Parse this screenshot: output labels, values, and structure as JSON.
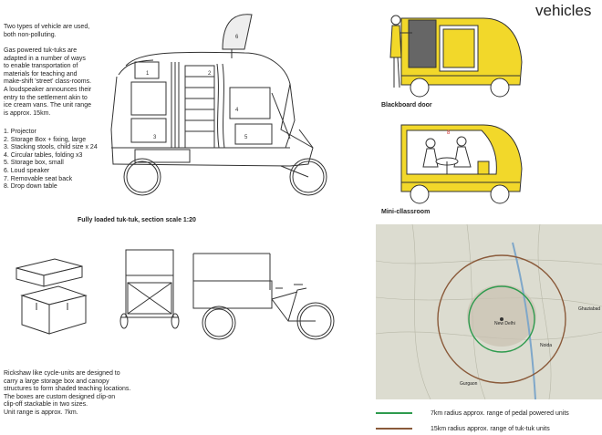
{
  "page": {
    "title": "vehicles"
  },
  "intro": {
    "para1": "Two types of vehicle are used,\nboth non-polluting.",
    "para2": "Gas powered tuk-tuks are\nadapted in a number of ways\nto enable transportation of\nmaterials for teaching and\nmake-shift 'street' class-rooms.\nA loudspeaker announces their\nentry to the settlement akin to\nice cream vans. The unit range\nis approx. 15km."
  },
  "contents_list": [
    "1. Projector",
    "2. Storage Box + fixing, large",
    "3. Stacking stools, child size x 24",
    "4. Circular tables, folding x3",
    "5. Storage box, small",
    "6. Loud speaker",
    "7. Removable seat back",
    "8. Drop down table"
  ],
  "captions": {
    "tuktuk_section": "Fully loaded tuk-tuk, section scale 1:20",
    "blackboard": "Blackboard door",
    "miniclass": "Mini-cllassroom"
  },
  "cycle_text": "Rickshaw like cycle-units are designed to\ncarry a large storage box and canopy\nstructures to form shaded teaching locations.\nThe boxes are custom designed clip-on\nclip-off stackable in two sizes.\nUnit range is approx. 7km.",
  "map": {
    "labels": {
      "city": "New Delhi",
      "east": "Ghaziabad",
      "southeast": "Noida",
      "south": "Gurgaon"
    },
    "legend": [
      {
        "label": "7km radius approx. range of pedal powered units",
        "color": "#2e9b4e"
      },
      {
        "label": "15km radius approx. range of tuk-tuk units",
        "color": "#8a5a3a"
      }
    ]
  },
  "colors": {
    "tuktuk_yellow": "#f2d82a",
    "map_bg": "#dcdcd0"
  }
}
